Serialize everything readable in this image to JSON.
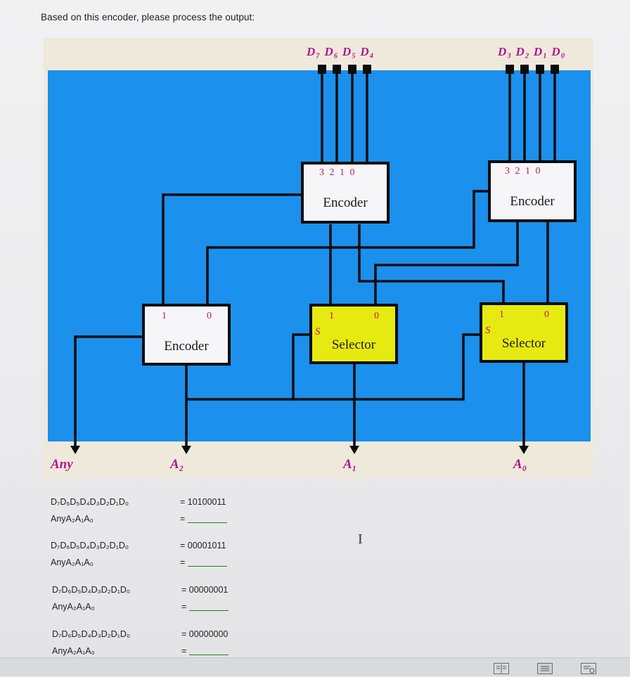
{
  "prompt": "Based on this encoder, please process the output:",
  "diagram": {
    "top_labels": [
      "D₇ D₆ D₅ D₄",
      "D₃ D₂ D₁ D₀"
    ],
    "encoders": [
      {
        "name": "Encoder",
        "pins": "3 2 1 0"
      },
      {
        "name": "Encoder",
        "pins": "3 2 1 0"
      },
      {
        "name": "Encoder",
        "pins": [
          "1",
          "0"
        ]
      }
    ],
    "selectors": [
      {
        "name": "Selector",
        "s": "S",
        "pins": [
          "1",
          "0"
        ]
      },
      {
        "name": "Selector",
        "s": "S",
        "pins": [
          "1",
          "0"
        ]
      }
    ],
    "outputs": [
      "Any",
      "A₂",
      "A₁",
      "A₀"
    ]
  },
  "questions": [
    {
      "lhs": "D₇D₆D₅D₄D₃D₂D₁D₀",
      "value": "= 10100011",
      "lhs2": "AnyA₂A₁A₀",
      "eq2": "="
    },
    {
      "lhs": "D₇D₆D₅D₄D₃D₂D₁D₀",
      "value": "= 00001011",
      "lhs2": "AnyA₂A₁A₀",
      "eq2": "="
    },
    {
      "lhs": "D₇D₆D₅D₄D₃D₂D₁D₀",
      "value": "= 00000001",
      "lhs2": "AnyA₂A₁A₀",
      "eq2": "="
    },
    {
      "lhs": "D₇D₆D₅D₄D₃D₂D₁D₀",
      "value": "= 00000000",
      "lhs2": "AnyA₂A₁A₀",
      "eq2": "="
    }
  ],
  "cursor_glyph": "I",
  "taskbar": {
    "icons": [
      "read-mode-icon",
      "print-layout-icon",
      "web-layout-icon"
    ]
  }
}
